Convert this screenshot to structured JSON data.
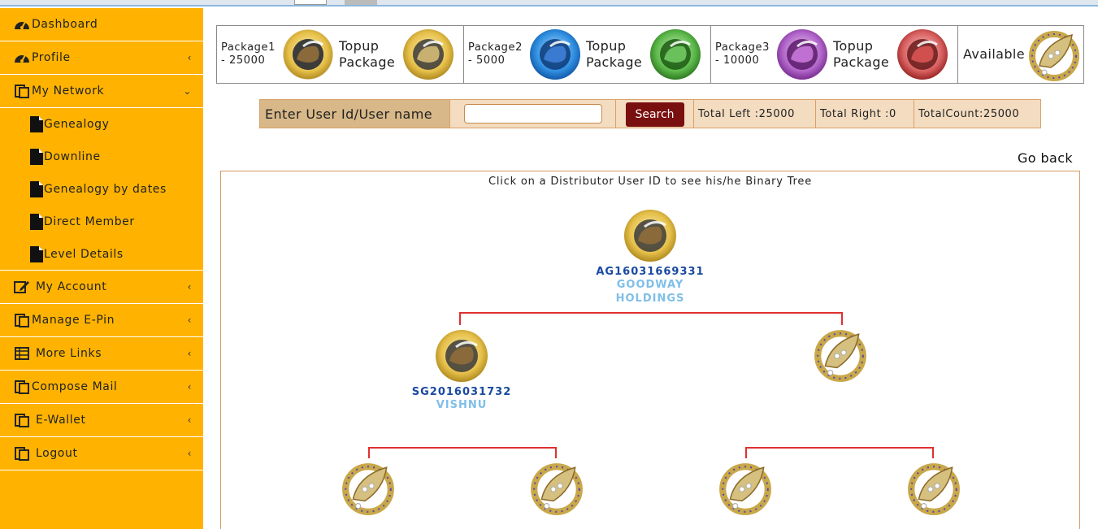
{
  "sidebar": {
    "items": [
      {
        "label": "Dashboard"
      },
      {
        "label": "Profile"
      },
      {
        "label": "My Network"
      },
      {
        "label": "My Account"
      },
      {
        "label": "Manage E-Pin"
      },
      {
        "label": "More Links"
      },
      {
        "label": "Compose Mail"
      },
      {
        "label": "E-Wallet"
      },
      {
        "label": "Logout"
      }
    ],
    "network_sub": [
      {
        "label": "Genealogy"
      },
      {
        "label": "Downline"
      },
      {
        "label": "Genealogy by dates"
      },
      {
        "label": "Direct Member"
      },
      {
        "label": "Level Details"
      }
    ]
  },
  "packages": [
    {
      "label_line1": "Package1",
      "label_line2": "- 25000",
      "topup_line1": "Topup",
      "topup_line2": "Package",
      "icon": "gold-platinum-medal"
    },
    {
      "label_line1": "Package2",
      "label_line2": "- 5000",
      "topup_line1": "Topup",
      "topup_line2": "Package",
      "icon": "blue-medal"
    },
    {
      "label_line1": "Package3",
      "label_line2": "- 10000",
      "topup_line1": "Topup",
      "topup_line2": "Package",
      "icon": "purple-medal"
    },
    {
      "label": "Available",
      "icon": "available-ring"
    }
  ],
  "search": {
    "label": "Enter User Id/User name",
    "value": "",
    "button": "Search",
    "total_left": "Total Left :25000",
    "total_right": "Total Right :0",
    "total_count": "TotalCount:25000"
  },
  "go_back": "Go back",
  "tree": {
    "hint": "Click on a Distributor User ID to see his/he Binary Tree",
    "root": {
      "id": "AG16031669331",
      "name_line1": "GOODWAY",
      "name_line2": "HOLDINGS"
    },
    "left": {
      "id": "SG2016031732",
      "name": "VISHNU"
    }
  },
  "colors": {
    "sidebar": "#FFB300",
    "connector": "#e03030",
    "id_text": "#1a4aa0",
    "name_text": "#7fbfe8",
    "search_button": "#7a0f0f"
  }
}
